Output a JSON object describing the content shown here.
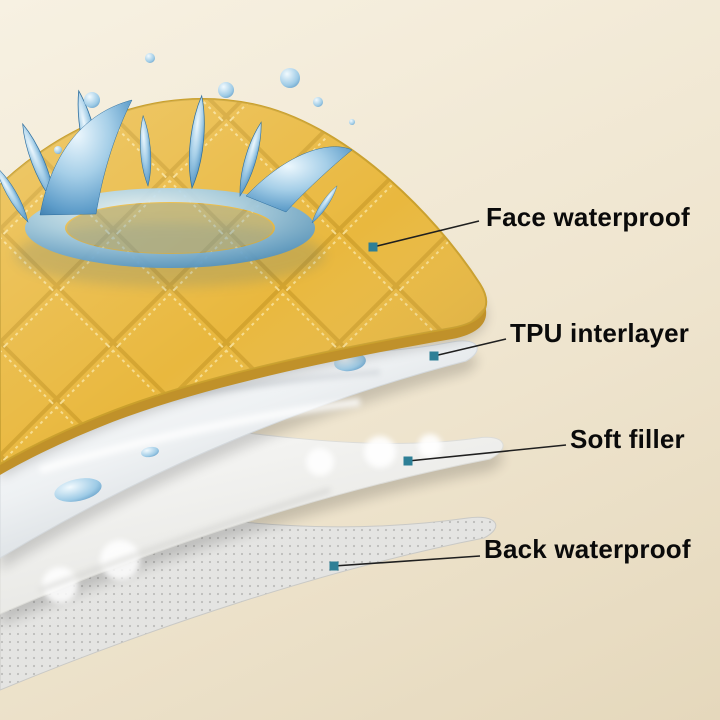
{
  "labels": [
    {
      "text": "Face waterproof"
    },
    {
      "text": "TPU interlayer"
    },
    {
      "text": "Soft filler"
    },
    {
      "text": "Back waterproof"
    }
  ],
  "colors": {
    "background": "#EFE6D2",
    "face_layer": "#E9B83E",
    "face_grid": "#D4A42E",
    "face_edge": "#C0912A",
    "water": "#4A89B8",
    "tpu_layer": "#F2F4F6",
    "filler_layer": "#F5F5F3",
    "back_layer": "#E4E4E2",
    "back_dots": "#BCBCBA",
    "leader_line": "#1F1F1F",
    "marker": "#2E7F96",
    "label_text": "#0A0A0A"
  }
}
